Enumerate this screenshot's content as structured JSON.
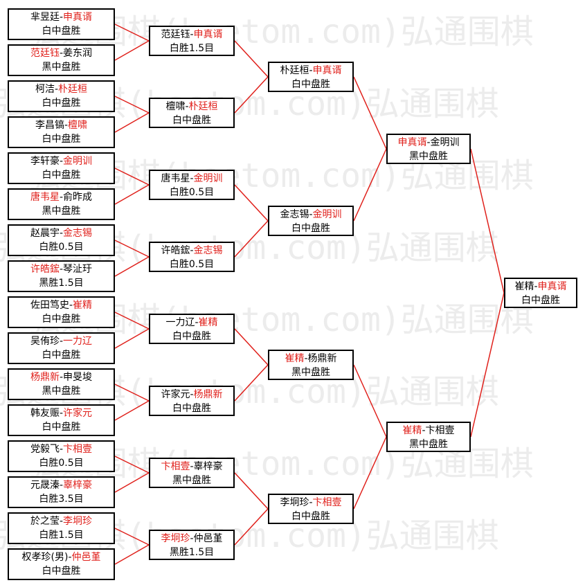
{
  "watermark": "弘通围棋(hoetom.com)弘通围棋",
  "colors": {
    "winner": "#e0201b",
    "line": "#e0201b",
    "border": "#000000"
  },
  "round1": [
    {
      "a": "芈昱廷",
      "b": "申真谞",
      "winner": "b",
      "result": "白中盘胜"
    },
    {
      "a": "范廷钰",
      "b": "姜东润",
      "winner": "a",
      "result": "黑中盘胜"
    },
    {
      "a": "柯洁",
      "b": "朴廷桓",
      "winner": "b",
      "result": "白中盘胜"
    },
    {
      "a": "李昌镐",
      "b": "檀啸",
      "winner": "b",
      "result": "白中盘胜"
    },
    {
      "a": "李轩豪",
      "b": "金明训",
      "winner": "b",
      "result": "白中盘胜"
    },
    {
      "a": "唐韦星",
      "b": "俞昨成",
      "winner": "a",
      "result": "黑中盘胜"
    },
    {
      "a": "赵晨宇",
      "b": "金志锡",
      "winner": "b",
      "result": "白胜0.5目"
    },
    {
      "a": "许皓鋐",
      "b": "琴沚玗",
      "winner": "a",
      "result": "黑胜1.5目"
    },
    {
      "a": "佐田笃史",
      "b": "崔精",
      "winner": "b",
      "result": "白中盘胜"
    },
    {
      "a": "吴侑珍",
      "b": "一力辽",
      "winner": "b",
      "result": "白中盘胜"
    },
    {
      "a": "杨鼎新",
      "b": "申旻埈",
      "winner": "a",
      "result": "黑中盘胜"
    },
    {
      "a": "韩友赈",
      "b": "许家元",
      "winner": "b",
      "result": "白中盘胜"
    },
    {
      "a": "党毅飞",
      "b": "卞相壹",
      "winner": "b",
      "result": "白胜0.5目"
    },
    {
      "a": "元晟溱",
      "b": "辜梓豪",
      "winner": "b",
      "result": "白胜3.5目"
    },
    {
      "a": "於之莹",
      "b": "李坰珍",
      "winner": "b",
      "result": "白胜1.5目"
    },
    {
      "a": "权孝珍(男)",
      "b": "仲邑堇",
      "winner": "b",
      "result": "白中盘胜"
    }
  ],
  "round2": [
    {
      "a": "范廷钰",
      "b": "申真谞",
      "winner": "b",
      "result": "白胜1.5目"
    },
    {
      "a": "檀啸",
      "b": "朴廷桓",
      "winner": "b",
      "result": "白中盘胜"
    },
    {
      "a": "唐韦星",
      "b": "金明训",
      "winner": "b",
      "result": "白胜0.5目"
    },
    {
      "a": "许皓鋐",
      "b": "金志锡",
      "winner": "b",
      "result": "白胜0.5目"
    },
    {
      "a": "一力辽",
      "b": "崔精",
      "winner": "b",
      "result": "白中盘胜"
    },
    {
      "a": "许家元",
      "b": "杨鼎新",
      "winner": "b",
      "result": "白中盘胜"
    },
    {
      "a": "卞相壹",
      "b": "辜梓豪",
      "winner": "a",
      "result": "黑中盘胜"
    },
    {
      "a": "李坰珍",
      "b": "仲邑堇",
      "winner": "a",
      "result": "黑胜1.5目"
    }
  ],
  "round3": [
    {
      "a": "朴廷桓",
      "b": "申真谞",
      "winner": "b",
      "result": "白中盘胜"
    },
    {
      "a": "金志锡",
      "b": "金明训",
      "winner": "b",
      "result": "白中盘胜"
    },
    {
      "a": "崔精",
      "b": "杨鼎新",
      "winner": "a",
      "result": "黑中盘胜"
    },
    {
      "a": "李坰珍",
      "b": "卞相壹",
      "winner": "b",
      "result": "白中盘胜"
    }
  ],
  "round4": [
    {
      "a": "申真谞",
      "b": "金明训",
      "winner": "a",
      "result": "黑中盘胜"
    },
    {
      "a": "崔精",
      "b": "卞相壹",
      "winner": "a",
      "result": "黑中盘胜"
    }
  ],
  "final": [
    {
      "a": "崔精",
      "b": "申真谞",
      "winner": "b",
      "result": "白中盘胜"
    }
  ]
}
